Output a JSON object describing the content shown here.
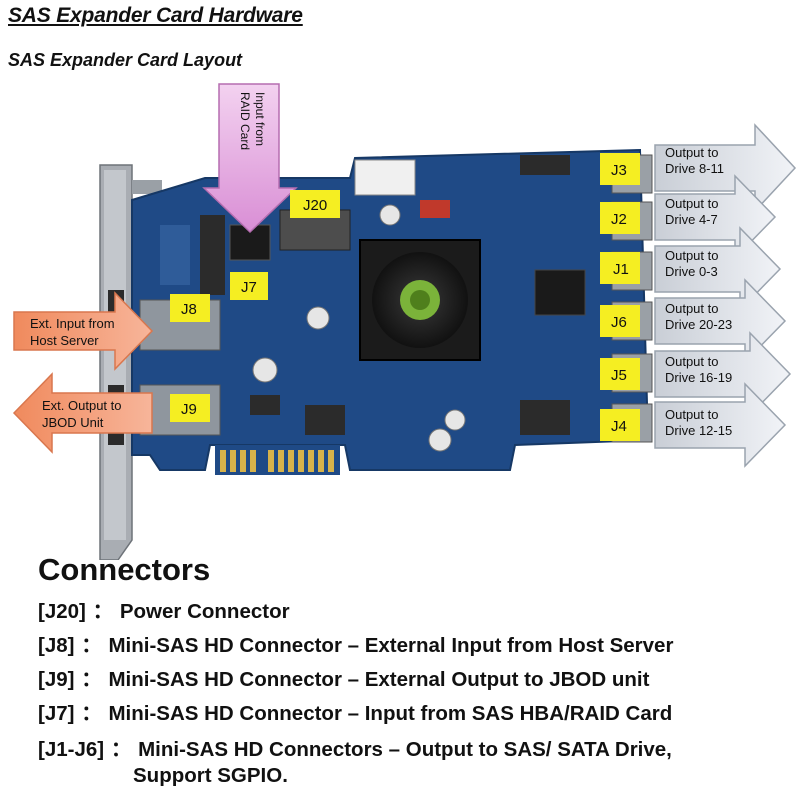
{
  "header": {
    "title": "SAS Expander Card Hardware",
    "subtitle": "SAS Expander Card Layout"
  },
  "labels": {
    "J20": "J20",
    "J7": "J7",
    "J8": "J8",
    "J9": "J9",
    "J3": "J3",
    "J2": "J2",
    "J1": "J1",
    "J6": "J6",
    "J5": "J5",
    "J4": "J4"
  },
  "arrows": {
    "input_raid": [
      "Input from",
      "RAID Card"
    ],
    "host_in": [
      "Ext. Input from",
      "Host Server"
    ],
    "jbod_out": [
      "Ext. Output to",
      "JBOD Unit"
    ],
    "out_j3": [
      "Output to",
      "Drive 8-11"
    ],
    "out_j2": [
      "Output to",
      "Drive 4-7"
    ],
    "out_j1": [
      "Output to",
      "Drive 0-3"
    ],
    "out_j6": [
      "Output to",
      "Drive 20-23"
    ],
    "out_j5": [
      "Output to",
      "Drive 16-19"
    ],
    "out_j4": [
      "Output to",
      "Drive 12-15"
    ]
  },
  "connectors": {
    "heading": "Connectors",
    "items": [
      {
        "id": "[J20]",
        "sep": "：",
        "desc": "Power Connector"
      },
      {
        "id": "[J8]",
        "sep": "：",
        "desc": "Mini-SAS HD Connector – External Input from Host Server"
      },
      {
        "id": "[J9]",
        "sep": "：",
        "desc": "Mini-SAS HD Connector – External Output to JBOD unit"
      },
      {
        "id": "[J7]",
        "sep": "：",
        "desc": "Mini-SAS HD Connector – Input from SAS HBA/RAID Card"
      },
      {
        "id": "[J1-J6]",
        "sep": "：",
        "desc": "Mini-SAS HD Connectors – Output to SAS/ SATA Drive,"
      }
    ],
    "continuation": "Support SGPIO."
  },
  "colors": {
    "pcb": "#1f4a86",
    "label_yellow": "#f5ee22",
    "arrow_orange": "#f5a27a",
    "arrow_pink": "#e6b3e3",
    "arrow_gray": "#e3e6ec"
  }
}
